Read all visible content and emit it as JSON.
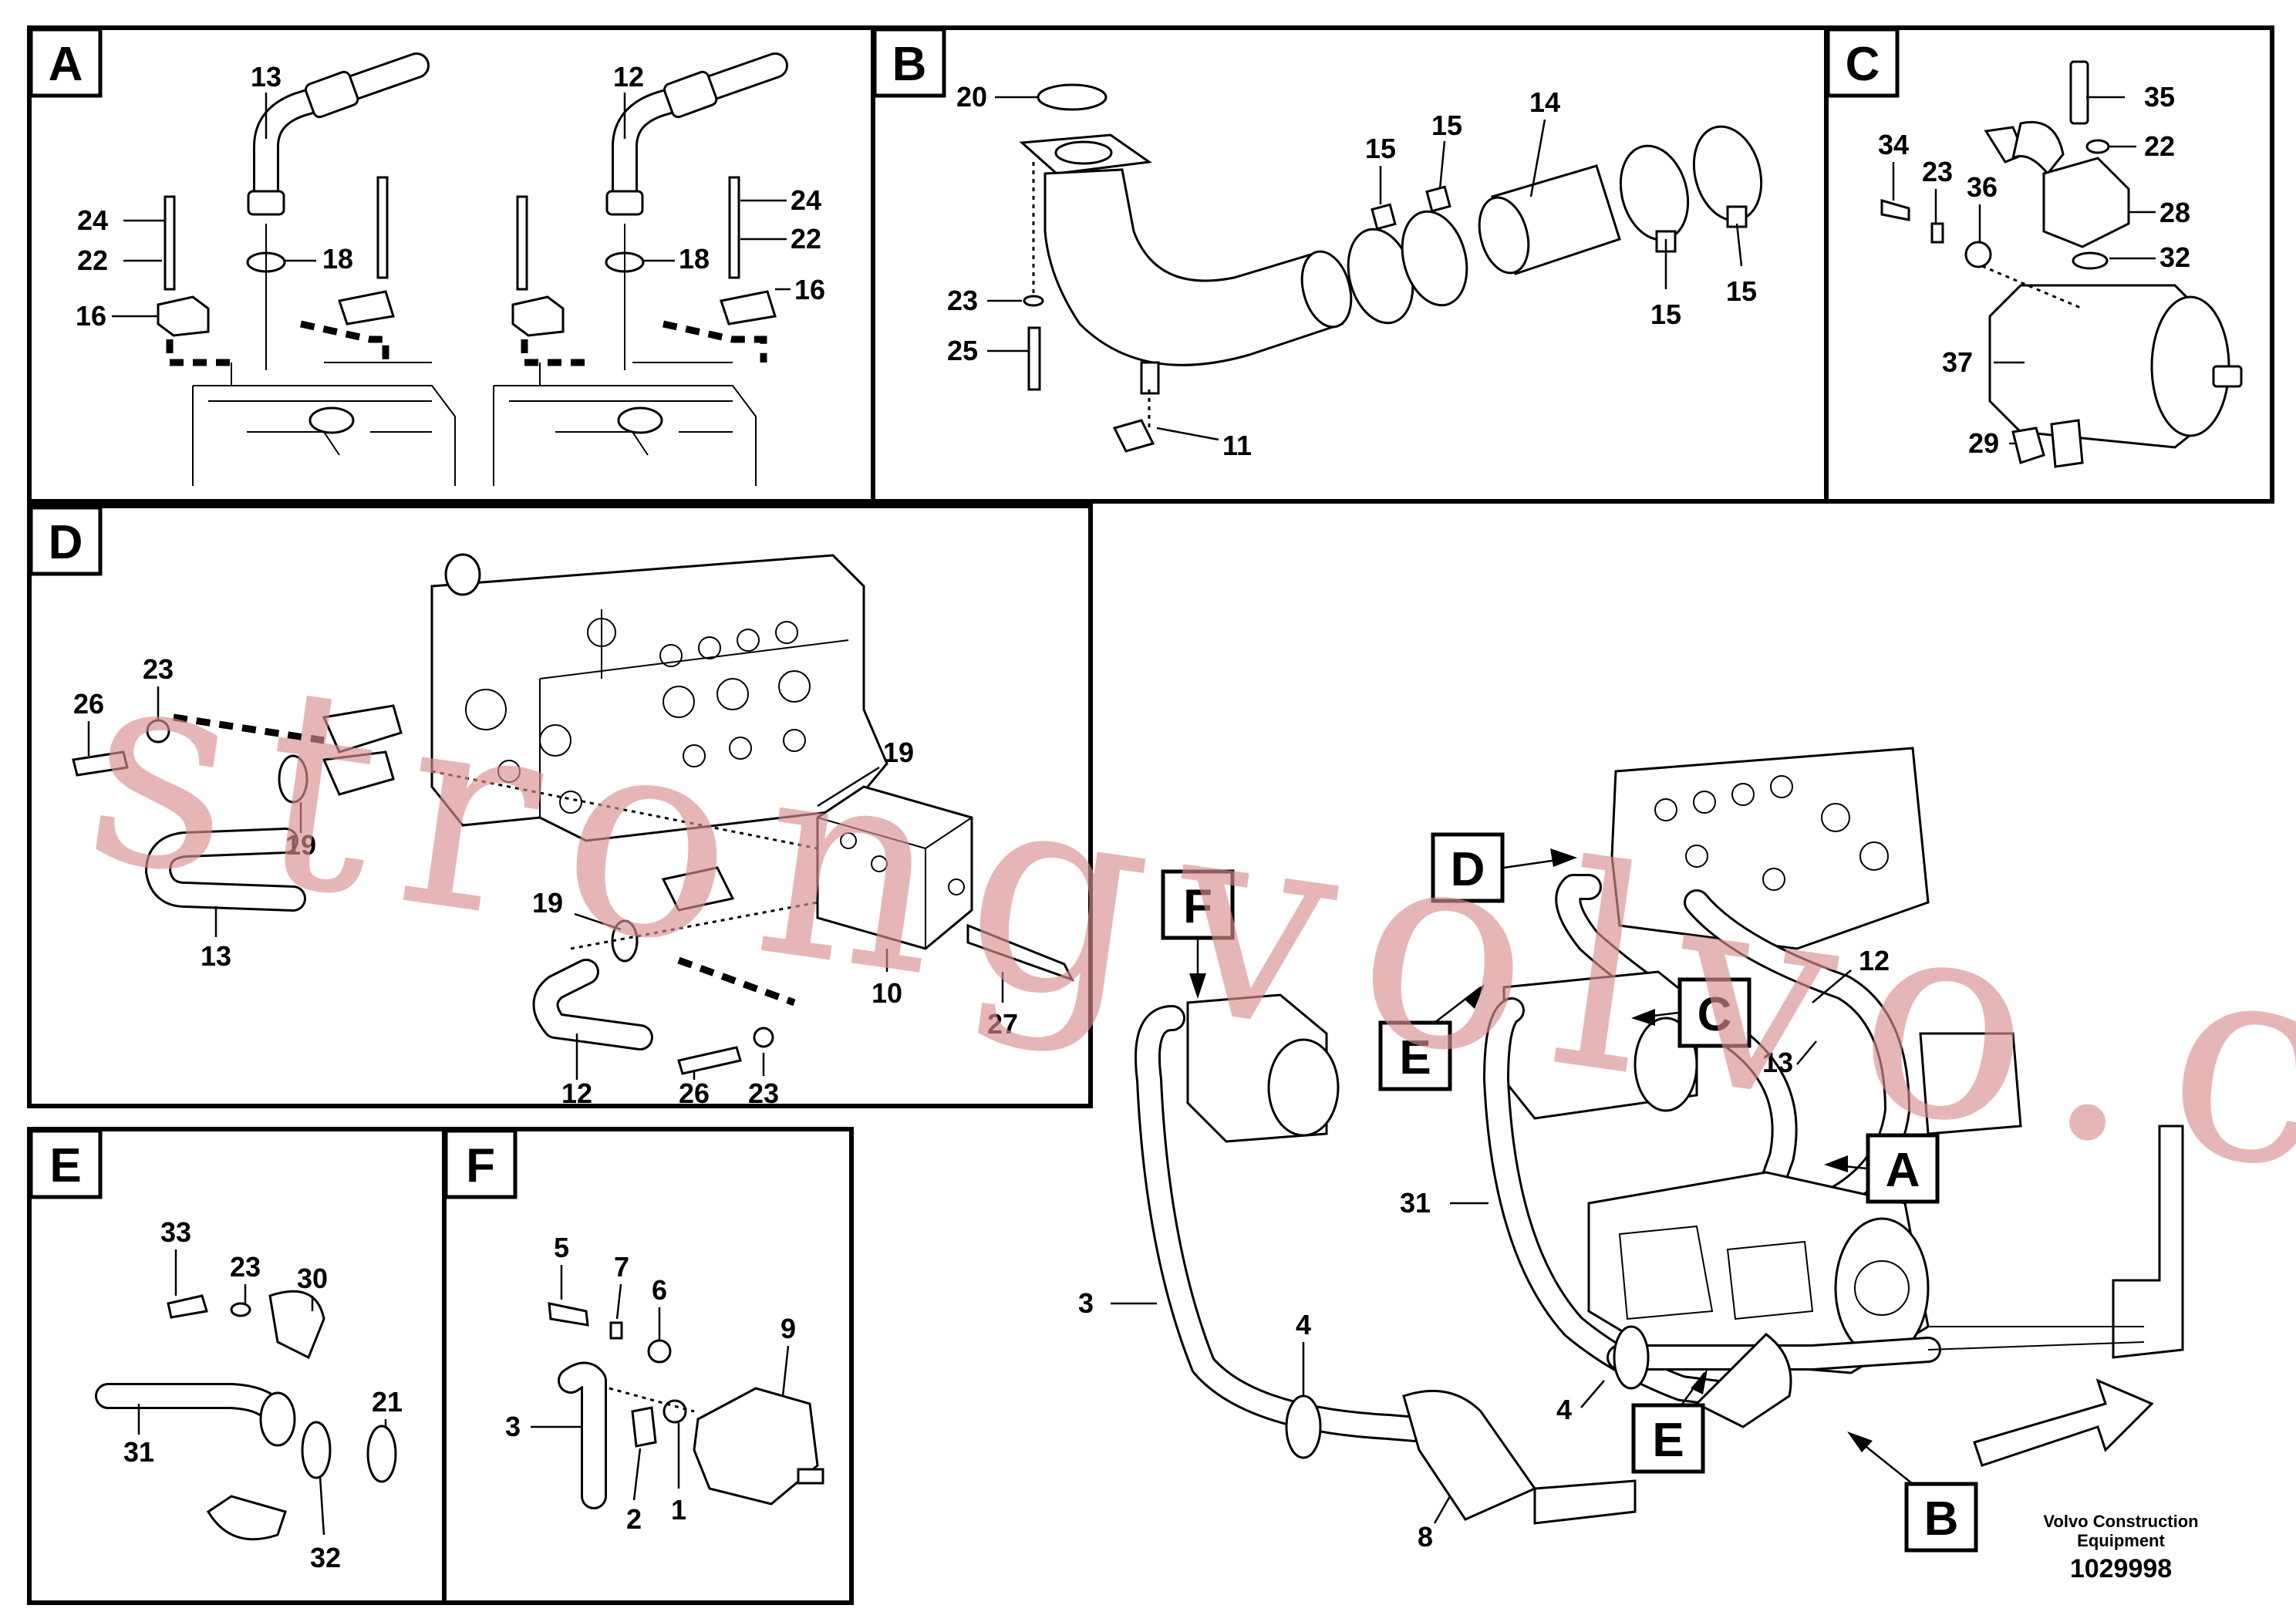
{
  "panels": {
    "A": {
      "label": "A",
      "parts": [
        "13",
        "24",
        "22",
        "16",
        "18",
        "12",
        "24",
        "22",
        "16",
        "18"
      ]
    },
    "B": {
      "label": "B",
      "parts": [
        "20",
        "23",
        "25",
        "11",
        "15",
        "15",
        "14",
        "15",
        "15"
      ]
    },
    "C": {
      "label": "C",
      "parts": [
        "35",
        "22",
        "34",
        "23",
        "36",
        "28",
        "32",
        "37",
        "29"
      ]
    },
    "D": {
      "label": "D",
      "parts": [
        "26",
        "23",
        "19",
        "13",
        "19",
        "19",
        "10",
        "27",
        "12",
        "26",
        "23"
      ]
    },
    "E": {
      "label": "E",
      "parts": [
        "33",
        "23",
        "30",
        "21",
        "31",
        "32"
      ]
    },
    "F": {
      "label": "F",
      "parts": [
        "5",
        "7",
        "6",
        "9",
        "3",
        "2",
        "1"
      ]
    },
    "overview": {
      "parts": [
        "12",
        "13",
        "31",
        "3",
        "4",
        "4",
        "8"
      ],
      "callouts": [
        "D",
        "F",
        "C",
        "E",
        "A",
        "E",
        "B"
      ]
    }
  },
  "footer": {
    "company": "Volvo Construction",
    "company_line2": "Equipment",
    "drawing_no": "1029998"
  },
  "watermark": "strongvolvo.com"
}
